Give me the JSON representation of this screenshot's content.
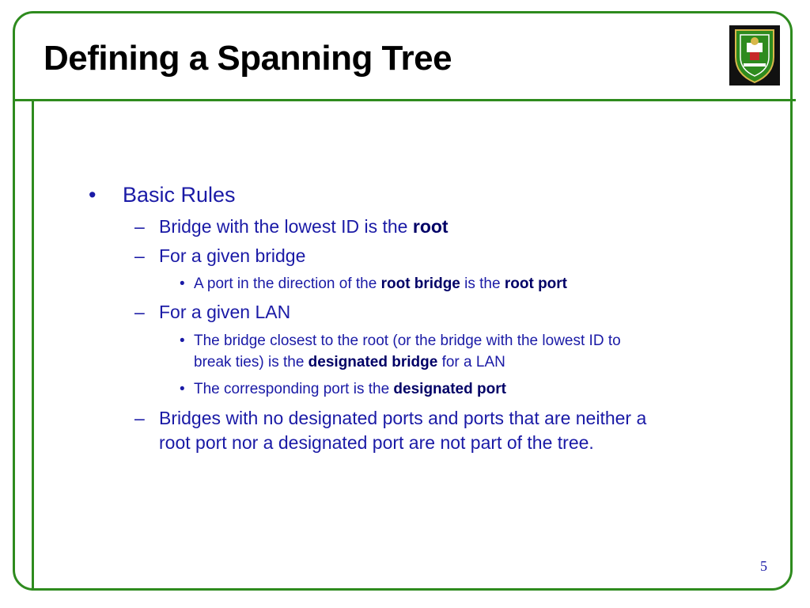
{
  "slide": {
    "title": "Defining a Spanning Tree",
    "page_number": "5",
    "logo": {
      "icon": "university-crest-icon",
      "colors": {
        "shield": "#2e8b1e",
        "background": "#111111",
        "accent": "#c62828",
        "gold": "#d8b84a"
      }
    }
  },
  "colors": {
    "frame": "#2e8b1e",
    "body_text": "#1a1aa6",
    "bold_text": "#000066",
    "title_text": "#000000"
  },
  "markers": {
    "level1": "•",
    "level2": "–",
    "level3": "•"
  },
  "content": {
    "heading": "Basic Rules",
    "rule1": {
      "text": "Bridge with the lowest ID is the ",
      "bold": "root"
    },
    "rule2": {
      "text": "For a given bridge"
    },
    "rule2_sub1": {
      "text": "A port in the direction of the ",
      "bold1": "root bridge",
      "mid": " is the ",
      "bold2": "root port"
    },
    "rule3": {
      "text": "For a given LAN"
    },
    "rule3_sub1": {
      "line1": "The bridge closest to the root (or the bridge with the lowest ID to",
      "line2_text": "break ties) is the ",
      "line2_bold": "designated bridge",
      "line2_tail": " for a LAN"
    },
    "rule3_sub2": {
      "text": "The corresponding port is the ",
      "bold": "designated port"
    },
    "rule4": {
      "line1": "Bridges with no designated ports and ports that are neither a",
      "line2": "root port nor a designated port are not part of the tree."
    }
  }
}
